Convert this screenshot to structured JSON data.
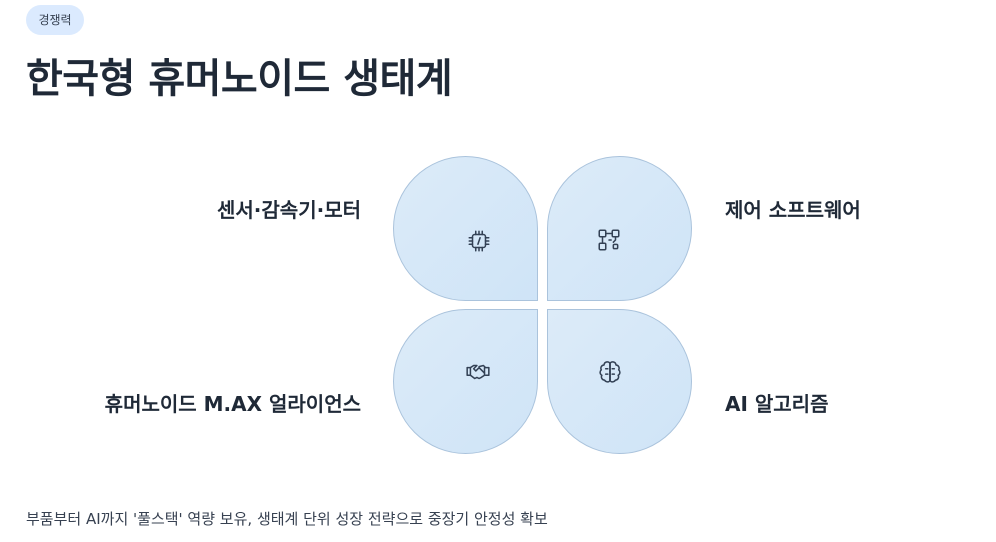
{
  "badge": "경쟁력",
  "title": "한국형 휴머노이드 생태계",
  "quadrants": {
    "top_left": {
      "label": "센서·감속기·모터",
      "icon": "chip-icon"
    },
    "top_right": {
      "label": "제어 소프트웨어",
      "icon": "workflow-icon"
    },
    "bottom_left": {
      "label": "휴머노이드 M.AX 얼라이언스",
      "icon": "handshake-icon"
    },
    "bottom_right": {
      "label": "AI 알고리즘",
      "icon": "brain-icon"
    }
  },
  "footer": "부품부터 AI까지 '풀스택' 역량 보유, 생태계 단위 성장 전략으로 중장기 안정성 확보",
  "colors": {
    "petal_fill": "#d3e7f8",
    "petal_border": "#aac3dc",
    "badge_bg": "#dbeafe",
    "text": "#1f2937"
  }
}
